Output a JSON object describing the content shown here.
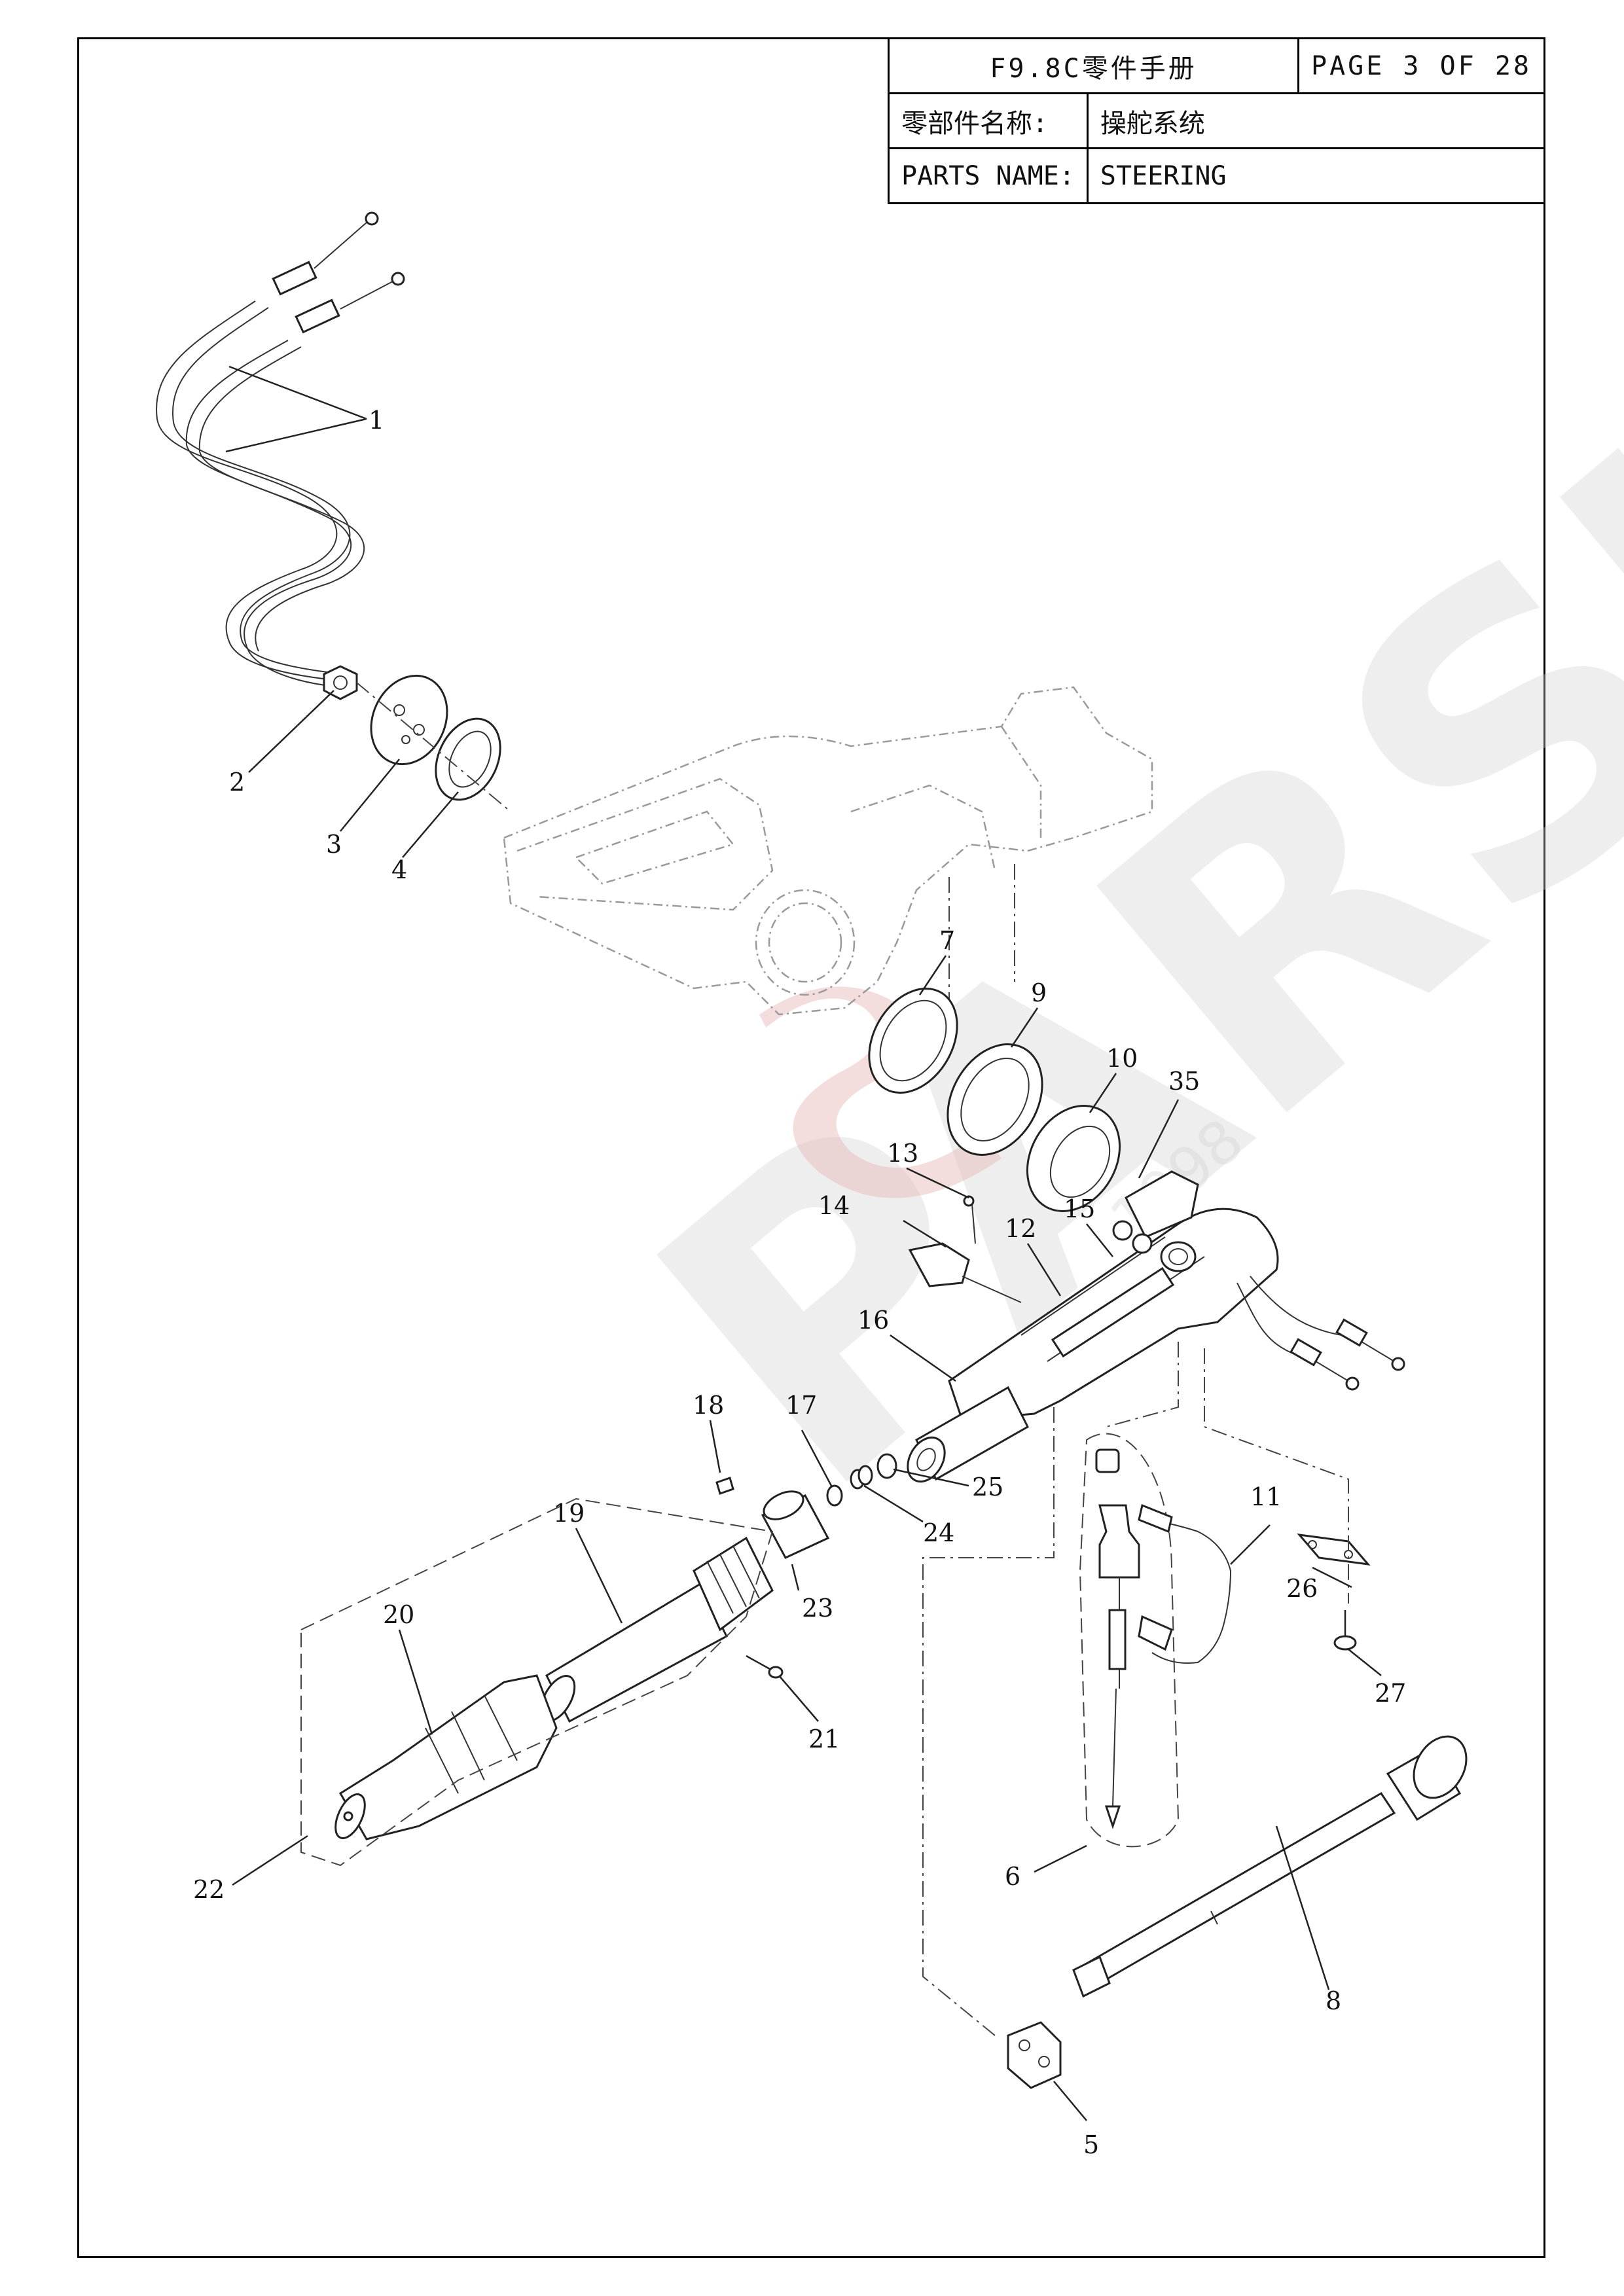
{
  "title_block": {
    "title": "F9.8C零件手册",
    "page": "PAGE 3 OF 28",
    "name_cn_label": "零部件名称:",
    "name_cn_value": "操舵系统",
    "name_en_label": "PARTS NAME:",
    "name_en_value": "STEERING"
  },
  "callouts": {
    "c1": "1",
    "c2": "2",
    "c3": "3",
    "c4": "4",
    "c5": "5",
    "c6": "6",
    "c7": "7",
    "c8": "8",
    "c9": "9",
    "c10": "10",
    "c11": "11",
    "c12": "12",
    "c13": "13",
    "c14": "14",
    "c15": "15",
    "c16": "16",
    "c17": "17",
    "c18": "18",
    "c19": "19",
    "c20": "20",
    "c21": "21",
    "c22": "22",
    "c23": "23",
    "c24": "24",
    "c25": "25",
    "c26": "26",
    "c27": "27",
    "c35": "35"
  },
  "watermark": {
    "brand": "PARSUN",
    "year": "1998"
  },
  "colors": {
    "line": "#222222",
    "ghost": "#9a9a9a",
    "watermark_gray": "#cfcfcf",
    "watermark_red": "#e7b3b3"
  }
}
